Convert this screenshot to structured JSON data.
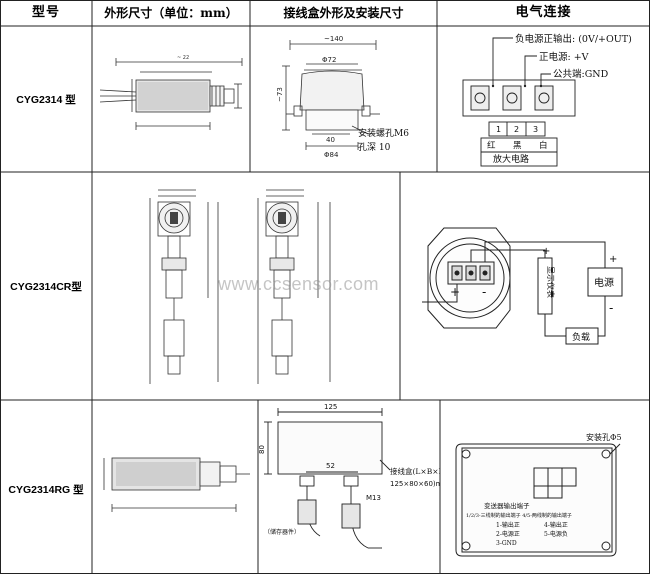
{
  "headers": {
    "model": "型号",
    "dims": "外形尺寸（单位：mm）",
    "box_dims": "接线盒外形及安装尺寸",
    "wiring": "电气连接"
  },
  "rows": {
    "r1_model": "CYG2314 型",
    "r2_model": "CYG2314CR型",
    "r3_model": "CYG2314RG 型"
  },
  "row1": {
    "box_width": "~140",
    "box_height": "~73",
    "box_top_dia": "Φ72",
    "box_base": "40",
    "box_bottom_dia": "Φ84",
    "hole_label": "安装螺孔M6",
    "hole_depth": "孔深 10",
    "neg_label": "负电源正输出: (0V/+OUT)",
    "pos_label": "正电源: +V",
    "com_label": "公共端:GND",
    "term_nums": [
      "1",
      "2",
      "3"
    ],
    "term_colors": [
      "红",
      "黑",
      "白"
    ],
    "amp_label": "放大电路"
  },
  "row2": {
    "power_label": "电源",
    "load_label": "负载",
    "meter_label": "显示仪表",
    "plus": "+",
    "minus": "-"
  },
  "row3": {
    "width_dim": "125",
    "height_dim": "80",
    "spacing_dim": "52",
    "box_label": "接线盒(L×B×H)",
    "box_size": "125×80×60)mm",
    "gland_label": "M13",
    "hole_label": "安装孔Φ5",
    "card_title": "变送器输出端子",
    "card_note": "1/2/3-三线制的输出端子 4/5-两线制的输出端子",
    "pins": [
      "1-输出正",
      "2-电源正",
      "3-GND",
      "4-输出正",
      "5-电源负"
    ],
    "small_note": "（储存器件）"
  },
  "watermark": "www.ccsensor.com"
}
